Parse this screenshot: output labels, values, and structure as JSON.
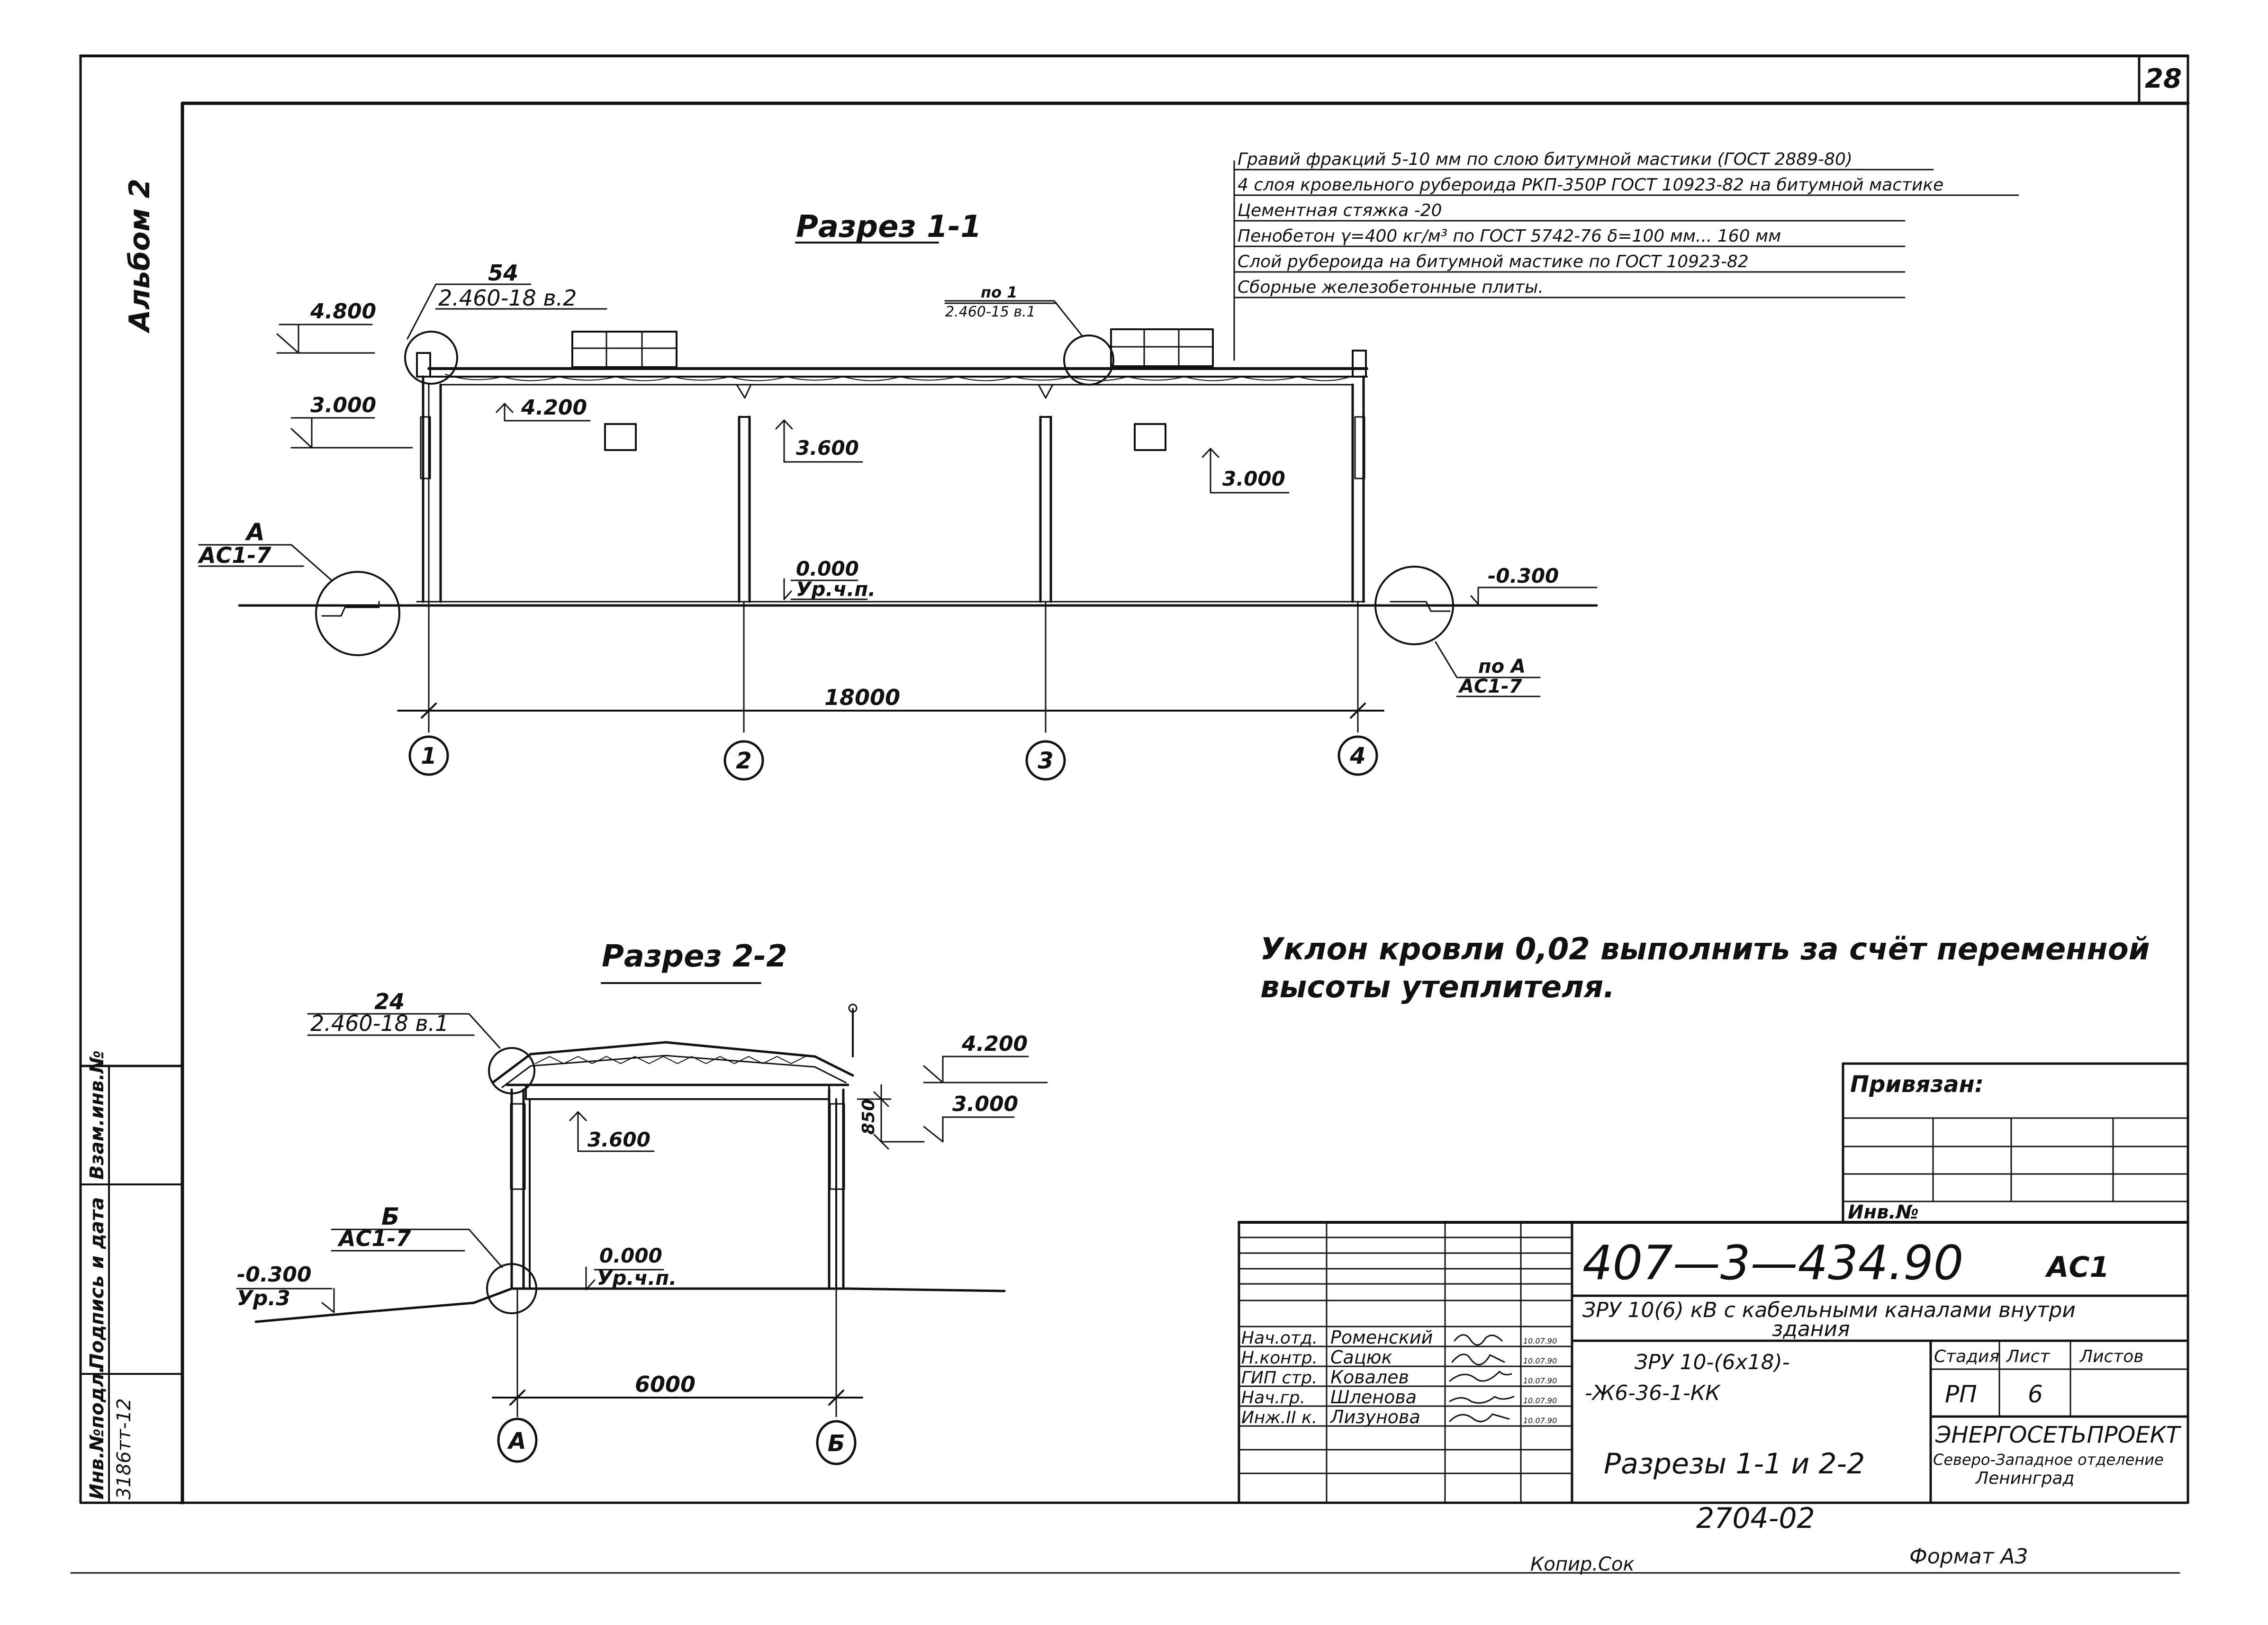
{
  "sheet_number": "28",
  "album": "Альбом 2",
  "section_1_1": {
    "title": "Разрез 1-1",
    "node_top_left": {
      "num": "54",
      "ref": "2.460-18 в.2"
    },
    "node_top_mid": {
      "num": "по 1",
      "ref": "2.460-15 в.1"
    },
    "node_A": {
      "num": "А",
      "ref": "АС1-7"
    },
    "node_poA": {
      "num": "по А",
      "ref": "АС1-7"
    },
    "levels": {
      "l4800": "4.800",
      "l3000_left": "3.000",
      "l4200": "4.200",
      "l3600": "3.600",
      "l3000_right": "3.000",
      "l0000": "0.000",
      "ur_4p": "Ур.ч.п.",
      "lm0300": "-0.300"
    },
    "dim_total": "18000",
    "axes": [
      "1",
      "2",
      "3",
      "4"
    ]
  },
  "roof_layers": [
    "Гравий фракций 5-10 мм по слою битумной мастики (ГОСТ 2889-80)",
    "4 слоя кровельного рубероида РКП-350Р ГОСТ 10923-82 на битумной мастике",
    "Цементная стяжка -20",
    "Пенобетон γ=400 кг/м³ по ГОСТ 5742-76 δ=100 мм... 160 мм",
    "Слой рубероида на битумной мастике по ГОСТ 10923-82",
    "Сборные железобетонные плиты."
  ],
  "section_2_2": {
    "title": "Разрез 2-2",
    "node_top": {
      "num": "24",
      "ref": "2.460-18 в.1"
    },
    "node_B": {
      "num": "Б",
      "ref": "АС1-7"
    },
    "levels": {
      "l4200": "4.200",
      "l3000": "3.000",
      "l3600": "3.600",
      "l0000": "0.000",
      "ur_4p": "Ур.ч.п.",
      "lm0300": "-0.300",
      "ur3": "Ур.3"
    },
    "dim_850": "850",
    "dim_total": "6000",
    "axes": [
      "А",
      "Б"
    ]
  },
  "note": [
    "Уклон кровли 0,02 выполнить за счёт переменной",
    "высоты утеплителя."
  ],
  "left_strip": {
    "inv_podl": "Инв.№подл.",
    "podpis": "Подпись и дата",
    "vzam": "Взам.инв.№",
    "inv_value": "3186тт-12"
  },
  "stamp": {
    "privyazan": "Привязан:",
    "inv_no": "Инв.№",
    "code": "407—3—434.90",
    "code_suffix": "АС1",
    "title_line1": "ЗРУ 10(6) кВ с кабельными каналами внутри",
    "title_line2": "здания",
    "roles": [
      {
        "role": "Нач.отд.",
        "name": "Роменский",
        "date": "10.07.90"
      },
      {
        "role": "Н.контр.",
        "name": "Сацюк",
        "date": "10.07.90"
      },
      {
        "role": "ГИП стр.",
        "name": "Ковалев",
        "date": "10.07.90"
      },
      {
        "role": "Нач.гр.",
        "name": "Шленова",
        "date": "10.07.90"
      },
      {
        "role": "Инж.II к.",
        "name": "Лизунова",
        "date": "10.07.90"
      }
    ],
    "object_line1": "ЗРУ 10-(6х18)-",
    "object_line2": "-Ж6-36-1-КК",
    "stadia_label": "Стадия",
    "list_label": "Лист",
    "listov_label": "Листов",
    "stadia": "РП",
    "list": "6",
    "sheet_title": "Разрезы 1-1 и 2-2",
    "org_line1": "ЭНЕРГОСЕТЬПРОЕКТ",
    "org_line2": "Северо-Западное отделение",
    "org_line3": "Ленинград"
  },
  "bottom": {
    "number": "2704-02",
    "kopiroval": "Копир.Сок",
    "format": "Формат А3"
  }
}
